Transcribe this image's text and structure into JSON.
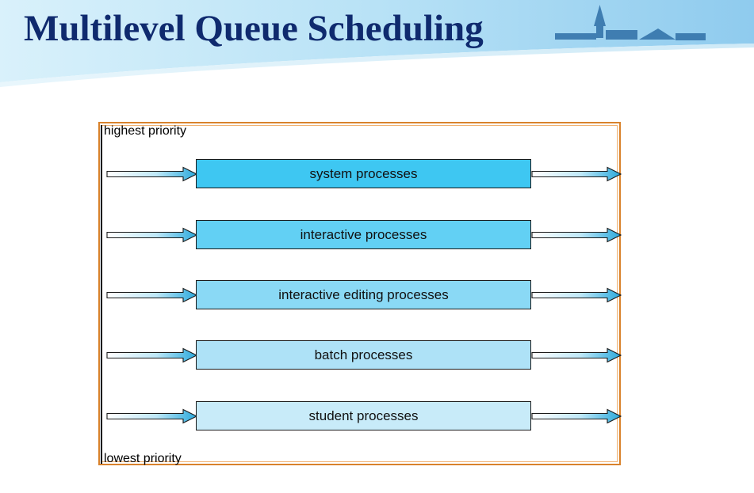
{
  "slide": {
    "title": "Multilevel Queue Scheduling"
  },
  "diagram": {
    "top_label": "highest priority",
    "bottom_label": "lowest priority",
    "queues": [
      {
        "label": "system processes",
        "fill": "#3ec7f2"
      },
      {
        "label": "interactive processes",
        "fill": "#62d0f4"
      },
      {
        "label": "interactive editing processes",
        "fill": "#8ad9f5"
      },
      {
        "label": "batch processes",
        "fill": "#aee2f7"
      },
      {
        "label": "student processes",
        "fill": "#c8ebf9"
      }
    ]
  },
  "colors": {
    "title": "#0f2a6e",
    "frame": "#d9822b",
    "arrow_dark": "#2aa9dc",
    "arrow_light": "#ffffff"
  }
}
